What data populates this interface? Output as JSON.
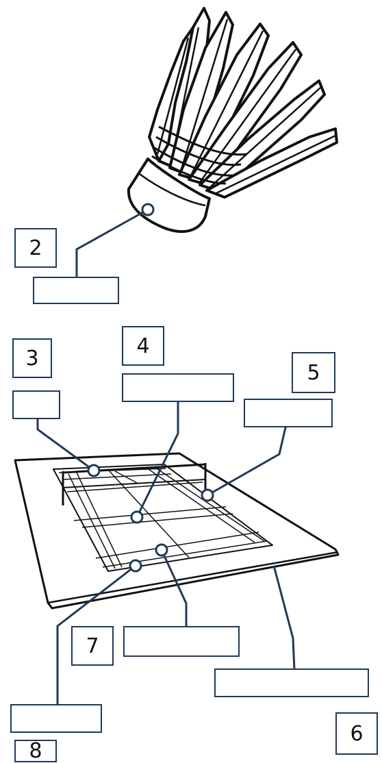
{
  "numbers": {
    "n2": "2",
    "n3": "3",
    "n4": "4",
    "n5": "5",
    "n6": "6",
    "n7": "7",
    "n8": "8"
  },
  "colors": {
    "leader_line": "#1f3a57",
    "outline": "#111111"
  }
}
